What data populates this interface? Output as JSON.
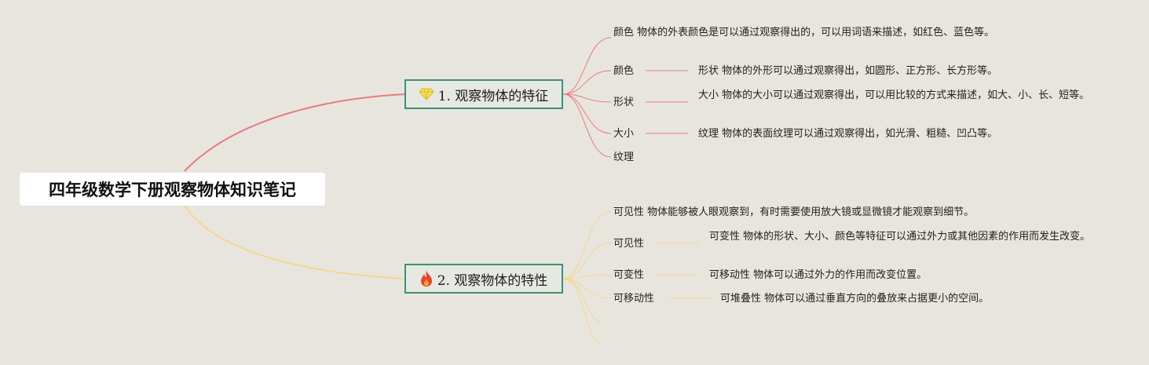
{
  "root": {
    "title": "四年级数学下册观察物体知识笔记"
  },
  "branches": [
    {
      "label": "1. 观察物体的特征",
      "icon": "gem-icon",
      "color": "#e87b80",
      "items": [
        "颜色 物体的外表颜色是可以通过观察得出的，可以用词语来描述，如红色、蓝色等。",
        "颜色",
        "形状 物体的外形可以通过观察得出，如圆形、正方形、长方形等。",
        "形状",
        "大小 物体的大小可以通过观察得出，可以用比较的方式来描述，如大、小、长、短等。",
        "大小",
        "纹理 物体的表面纹理可以通过观察得出，如光滑、粗糙、凹凸等。",
        "纹理"
      ]
    },
    {
      "label": "2. 观察物体的特性",
      "icon": "fire-icon",
      "color": "#f5d68a",
      "items": [
        "可见性 物体能够被人眼观察到，有时需要使用放大镜或显微镜才能观察到细节。",
        "可见性",
        "可变性 物体的形状、大小、颜色等特征可以通过外力或其他因素的作用而发生改变。",
        "可变性",
        "可移动性 物体可以通过外力的作用而改变位置。",
        "可移动性",
        "可堆叠性 物体可以通过垂直方向的叠放来占据更小的空间。"
      ]
    }
  ]
}
